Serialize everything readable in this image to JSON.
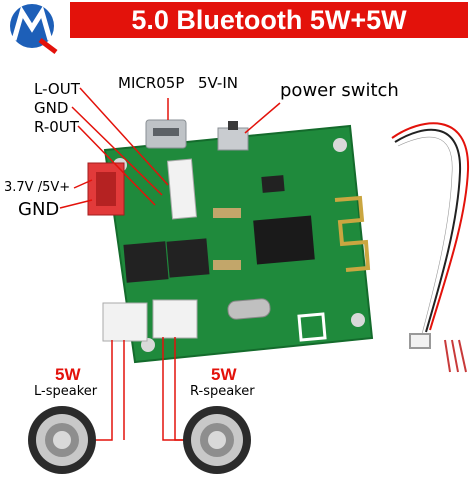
{
  "title": "5.0 Bluetooth 5W+5W",
  "labels": {
    "l_out": "L-OUT",
    "gnd_top": "GND",
    "r_out": "R-0UT",
    "micro": "MICR05P",
    "vin": "5V-IN",
    "power_switch": "power switch",
    "voltage": "3.7V /5V+",
    "gnd_bottom": "GND"
  },
  "speakers": {
    "left_watt": "5W",
    "left_label": "L-speaker",
    "right_watt": "5W",
    "right_label": "R-speaker"
  },
  "colors": {
    "brand_red": "#e3120b",
    "pcb_green": "#1f8a3c",
    "logo_blue": "#1d5fb8"
  }
}
